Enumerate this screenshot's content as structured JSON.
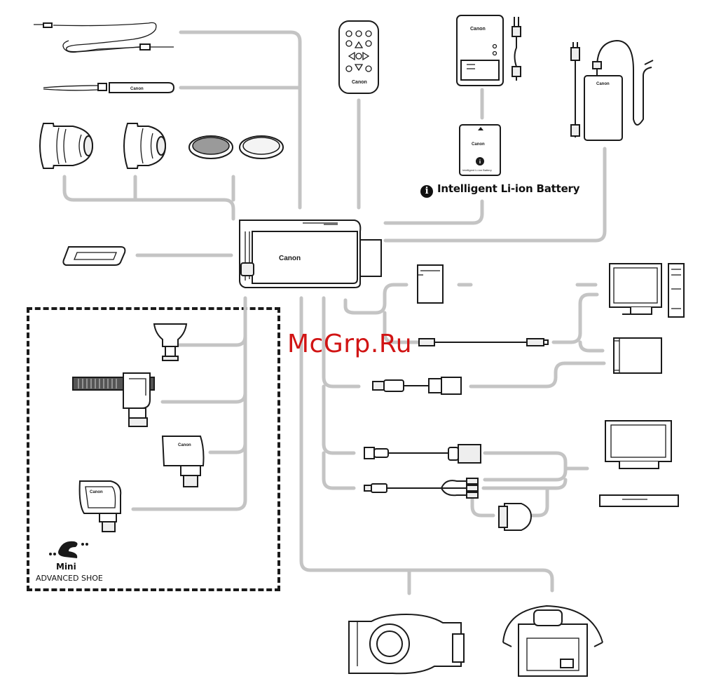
{
  "diagram": {
    "brand_text": "Canon",
    "battery_label": "Intelligent Li-ion Battery",
    "battery_icon": "info-icon",
    "battery_pack_text": "Intelligent Li-ion Battery",
    "shoe_logo": {
      "mini": "Mini",
      "advanced": "ADVANCED SHOE"
    },
    "watermark": "McGrp.Ru",
    "colors": {
      "connector": "#c4c4c4",
      "line_art": "#1a1a1a",
      "watermark": "#d11414"
    }
  }
}
